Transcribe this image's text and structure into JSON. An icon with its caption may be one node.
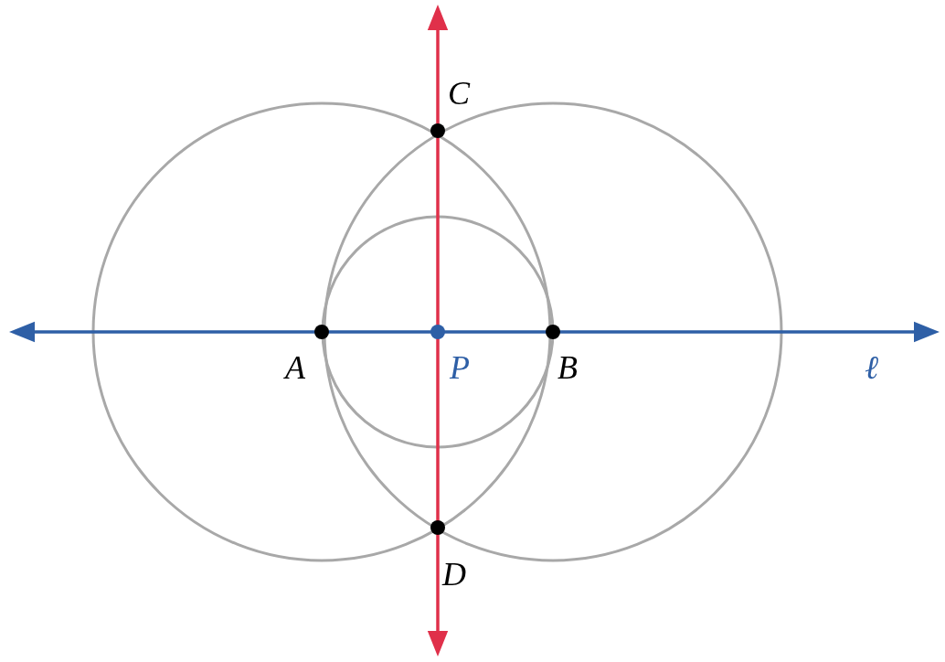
{
  "diagram": {
    "labels": [
      "C",
      "A",
      "P",
      "B",
      "ℓ",
      "D"
    ]
  }
}
